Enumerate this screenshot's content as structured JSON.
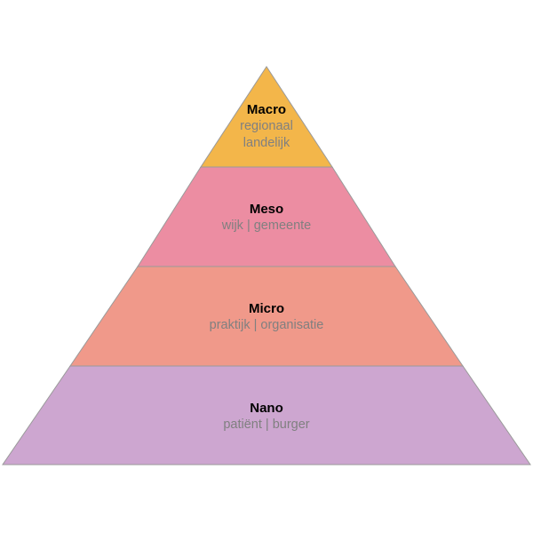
{
  "tiers": [
    {
      "title": "Macro",
      "subtitle_lines": [
        "regionaal",
        "landelijk"
      ],
      "fill": "#F3B64A"
    },
    {
      "title": "Meso",
      "subtitle_lines": [
        "wijk | gemeente"
      ],
      "fill": "#EC8DA2"
    },
    {
      "title": "Micro",
      "subtitle_lines": [
        "praktijk | organisatie"
      ],
      "fill": "#F0998A"
    },
    {
      "title": "Nano",
      "subtitle_lines": [
        "patiënt | burger"
      ],
      "fill": "#CDA6D0"
    }
  ],
  "outline_color": "#9A9A9A"
}
